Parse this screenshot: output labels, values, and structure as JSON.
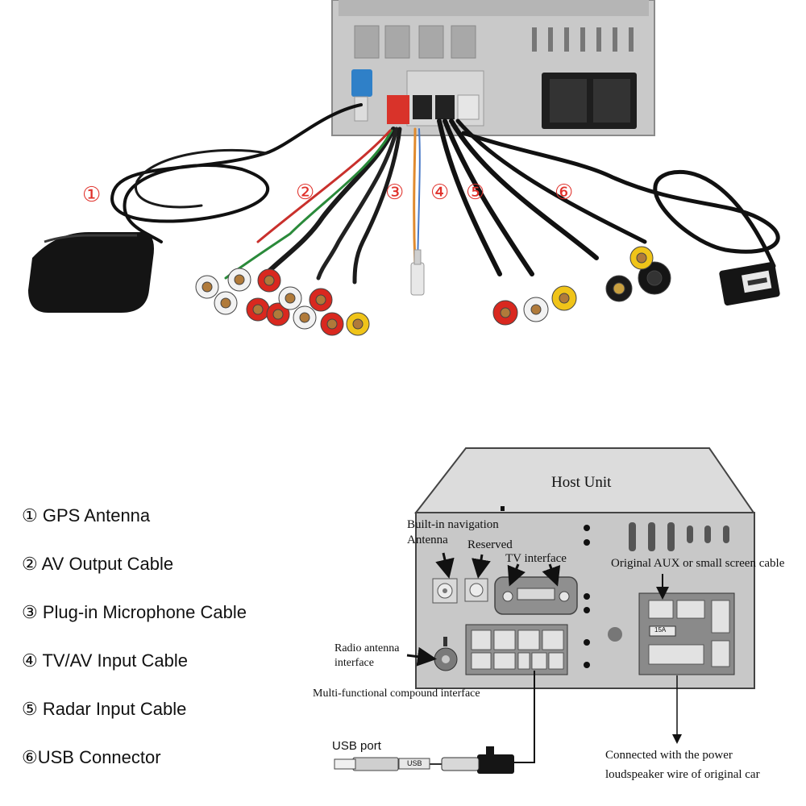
{
  "photo_markers": [
    "①",
    "②",
    "③",
    "④",
    "⑤",
    "⑥"
  ],
  "legend": [
    "① GPS Antenna",
    "② AV Output Cable",
    "③ Plug-in Microphone Cable",
    "④ TV/AV Input Cable",
    "⑤ Radar Input Cable",
    "⑥USB Connector"
  ],
  "diagram": {
    "host_unit": "Host  Unit",
    "nav_antenna_line1": "Built-in navigation",
    "nav_antenna_line2": "Antenna",
    "reserved": "Reserved",
    "tv_interface": "TV interface",
    "aux_cable": "Original AUX or small screen cable",
    "radio_line1": "Radio antenna",
    "radio_line2": "interface",
    "multi_interface": "Multi-functional compound interface",
    "usb_port": "USB port",
    "usb_tag": "USB",
    "fuse": "15A",
    "power_line1": "Connected with the power",
    "power_line2": "loudspeaker wire of original car"
  }
}
